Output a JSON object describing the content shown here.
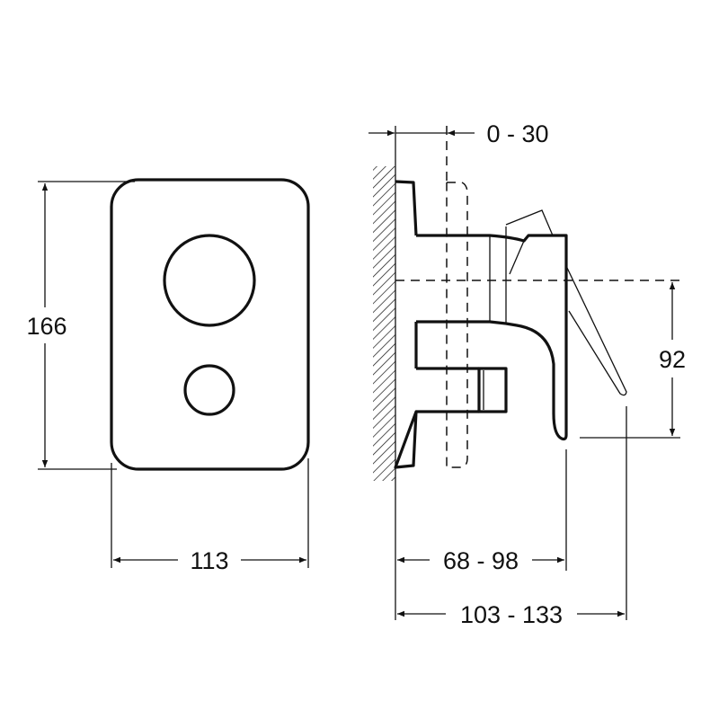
{
  "dimensions": {
    "front_height": "166",
    "front_width": "113",
    "adjust_range": "0 - 30",
    "outlet_height": "92",
    "body_depth": "68 - 98",
    "total_depth": "103 - 133"
  },
  "colors": {
    "line": "#111111",
    "background": "#ffffff"
  }
}
